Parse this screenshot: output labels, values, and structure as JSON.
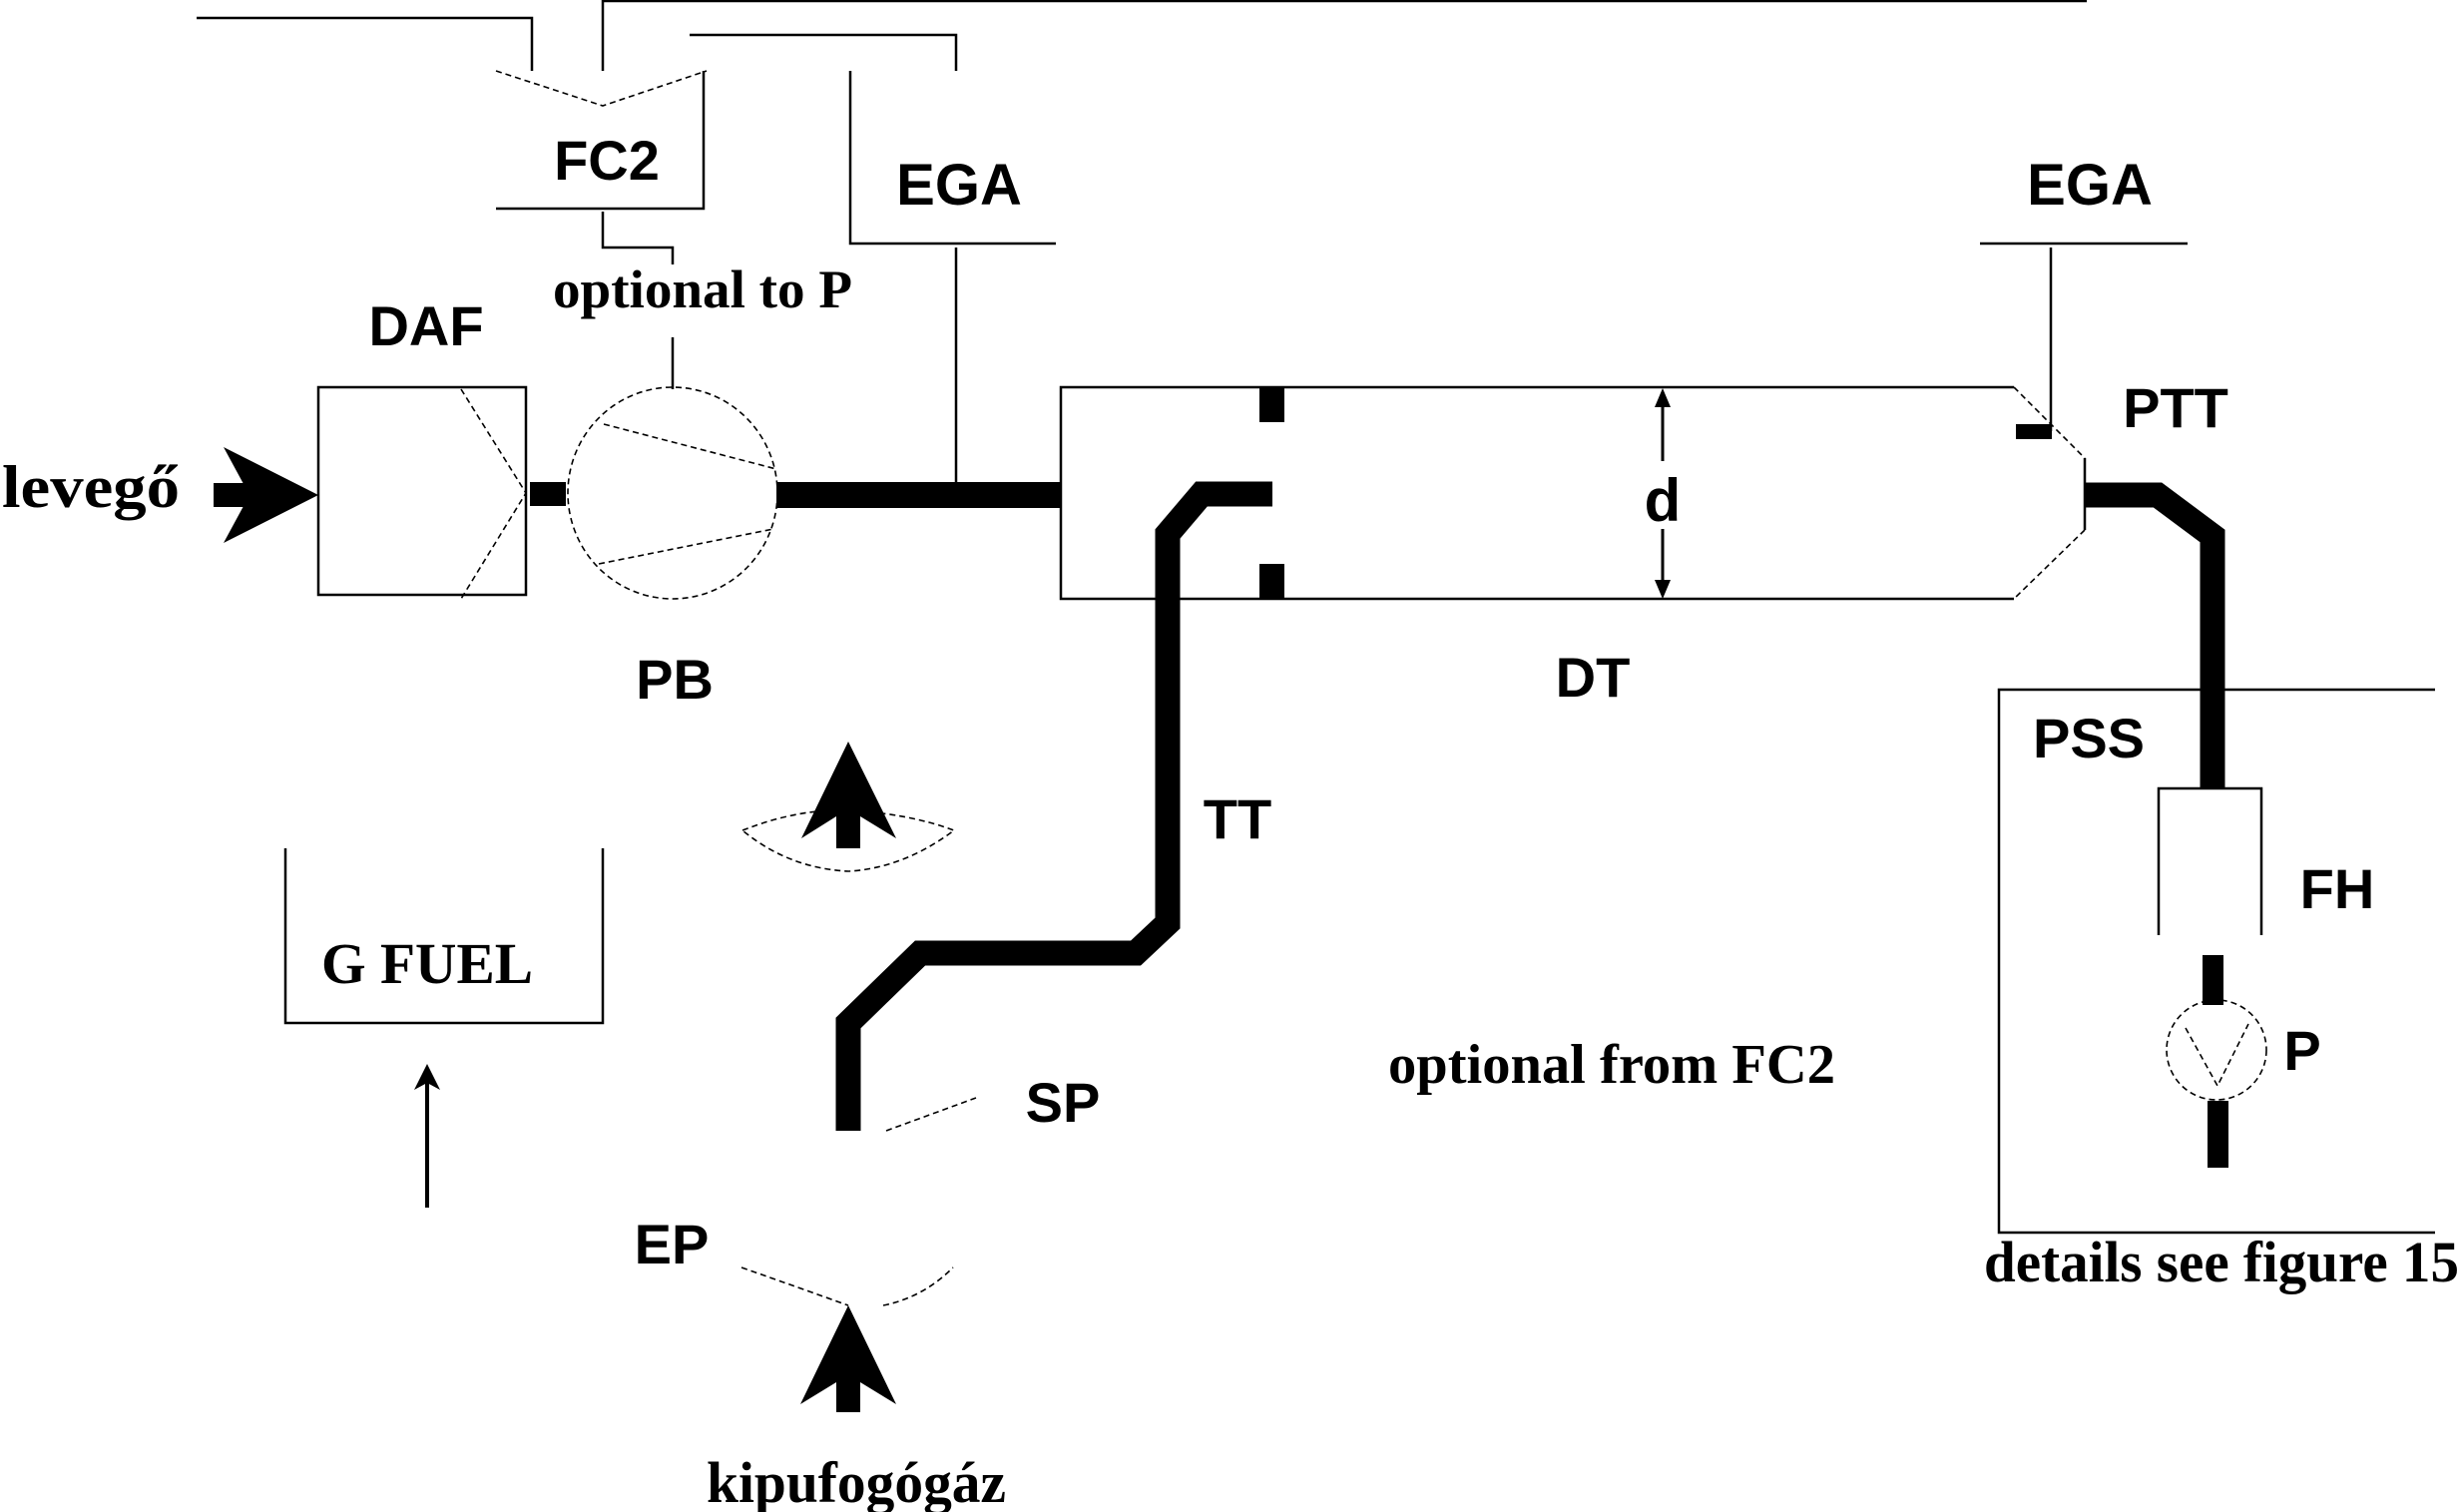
{
  "figure": {
    "type": "schematic",
    "description": "Full-flow dilution sampling system schematic"
  },
  "labels": {
    "fc2": "FC2",
    "ega_left": "EGA",
    "ega_right": "EGA",
    "optional_to_p": "optional to P",
    "daf": "DAF",
    "levego": "levegő",
    "pb": "PB",
    "dt": "DT",
    "d": "d",
    "ptt": "PTT",
    "pss": "PSS",
    "fh": "FH",
    "p": "P",
    "tt": "TT",
    "g_fuel": "G FUEL",
    "sp": "SP",
    "ep": "EP",
    "kipufogogaz": "kipufogógáz",
    "optional_from_fc2": "optional from FC2",
    "details_see_figure": "details see figure 15"
  },
  "components": [
    {
      "id": "FC2",
      "label_key": "fc2"
    },
    {
      "id": "EGA-1",
      "label_key": "ega_left"
    },
    {
      "id": "EGA-2",
      "label_key": "ega_right"
    },
    {
      "id": "DAF",
      "label_key": "daf"
    },
    {
      "id": "PB",
      "label_key": "pb"
    },
    {
      "id": "DT",
      "label_key": "dt"
    },
    {
      "id": "PTT",
      "label_key": "ptt"
    },
    {
      "id": "PSS",
      "label_key": "pss"
    },
    {
      "id": "FH",
      "label_key": "fh"
    },
    {
      "id": "P",
      "label_key": "p"
    },
    {
      "id": "TT",
      "label_key": "tt"
    },
    {
      "id": "G FUEL",
      "label_key": "g_fuel"
    },
    {
      "id": "SP",
      "label_key": "sp"
    },
    {
      "id": "EP",
      "label_key": "ep"
    }
  ],
  "colors": {
    "ink": "#000000",
    "background": "#ffffff"
  }
}
